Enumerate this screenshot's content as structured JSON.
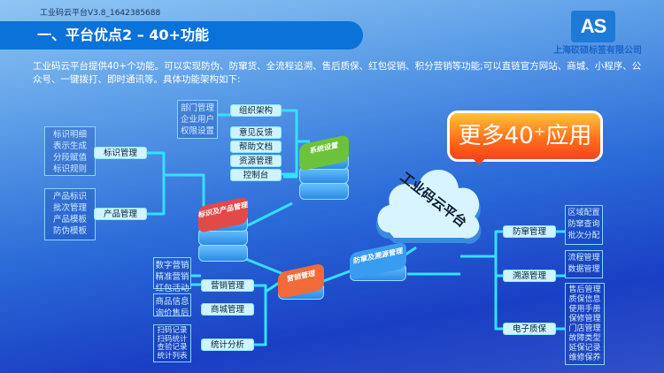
{
  "header": {
    "version": "工业码云平台V3.8_1642385688",
    "title": "一、平台优点2 – 40+功能",
    "logo_text": "AS",
    "company": "上海砹硕标签有限公司"
  },
  "intro": "工业码云平台提供40+个功能。可以实现防伪、防窜货、全流程追溯、售后质保、红包促销、积分营销等功能;可以直链官方网站、商城、小程序、公众号、一键拨打、即时通讯等。具体功能架构如下:",
  "callout": "更多40⁺应用",
  "cloud": "工业码云平台",
  "servers": {
    "product": "标识及产品管理",
    "system": "系统设置",
    "marketing": "营销管理",
    "trace": "防窜及溯源管理"
  },
  "left": {
    "id_mgmt": {
      "label": "标识管理",
      "items": [
        "标识明细",
        "表示生成",
        "分段赋值",
        "标识规则"
      ]
    },
    "product_mgmt": {
      "label": "产品管理",
      "items": [
        "产品标识",
        "批次管理",
        "产品模板",
        "防伪模板"
      ]
    }
  },
  "top": {
    "org": {
      "label": "组织架构",
      "items": [
        "部门管理",
        "企业用户",
        "权限设置"
      ]
    },
    "others": [
      "意见反馈",
      "帮助文档",
      "资源管理",
      "控制台"
    ]
  },
  "bottom": {
    "marketing": {
      "label": "营销管理",
      "items": [
        "数字营销",
        "精准营销",
        "红包活动"
      ]
    },
    "mall": {
      "label": "商城管理",
      "items": [
        "商品信息",
        "询价售后"
      ]
    },
    "stats": {
      "label": "统计分析",
      "items": [
        "扫码记录",
        "扫码统计",
        "查验记录",
        "统计列表"
      ]
    }
  },
  "right": {
    "anti": {
      "label": "防窜管理",
      "items": [
        "区域配置",
        "防窜查询",
        "批次分配"
      ]
    },
    "trace": {
      "label": "溯源管理",
      "items": [
        "流程管理",
        "数据管理"
      ]
    },
    "warranty": {
      "label": "电子质保",
      "items": [
        "售后管理",
        "质保信息",
        "使用手册",
        "保修管理",
        "门店管理",
        "故障类型",
        "延保记录",
        "维修保养"
      ]
    }
  }
}
